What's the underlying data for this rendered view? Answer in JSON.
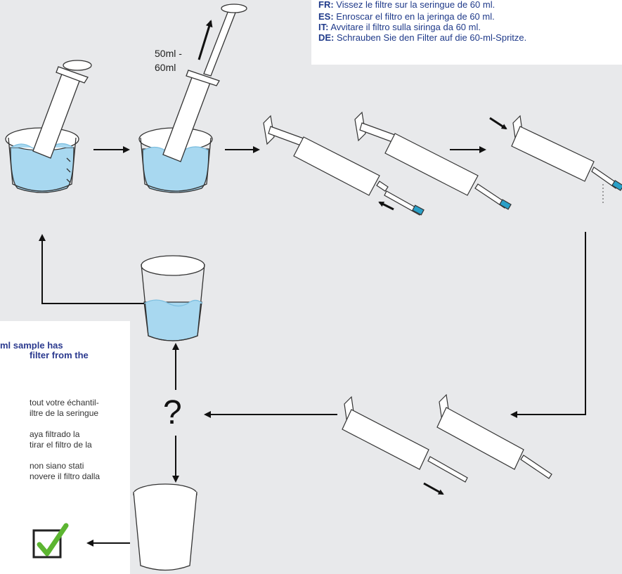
{
  "instructions": {
    "lines": [
      {
        "lang": "FR:",
        "text": " Vissez le filtre sur la seringue de 60 ml."
      },
      {
        "lang": "ES:",
        "text": " Enroscar el filtro en la jeringa de 60 ml."
      },
      {
        "lang": "IT:",
        "text": " Avvitare il filtro sulla siringa da 60 ml."
      },
      {
        "lang": "DE:",
        "text": " Schrauben Sie den Filter auf die 60-ml-Spritze."
      }
    ]
  },
  "volume_label": {
    "line1": "50ml -",
    "line2": "60ml"
  },
  "left_panel": {
    "title1": "ml sample has",
    "title2": "filter from the",
    "fr1": "tout votre échantil-",
    "fr2": "iltre de la seringue",
    "es1": "aya filtrado la",
    "es2": "tirar el filtro de la",
    "it1": "non siano stati",
    "it2": "novere il filtro dalla"
  },
  "decision_symbol": "?",
  "colors": {
    "liquid": "#a8d8f0",
    "liquid_edge": "#7dbfe0",
    "nozzle": "#2aa0c8",
    "check": "#5cb531",
    "text_blue": "#1f3a8a"
  }
}
